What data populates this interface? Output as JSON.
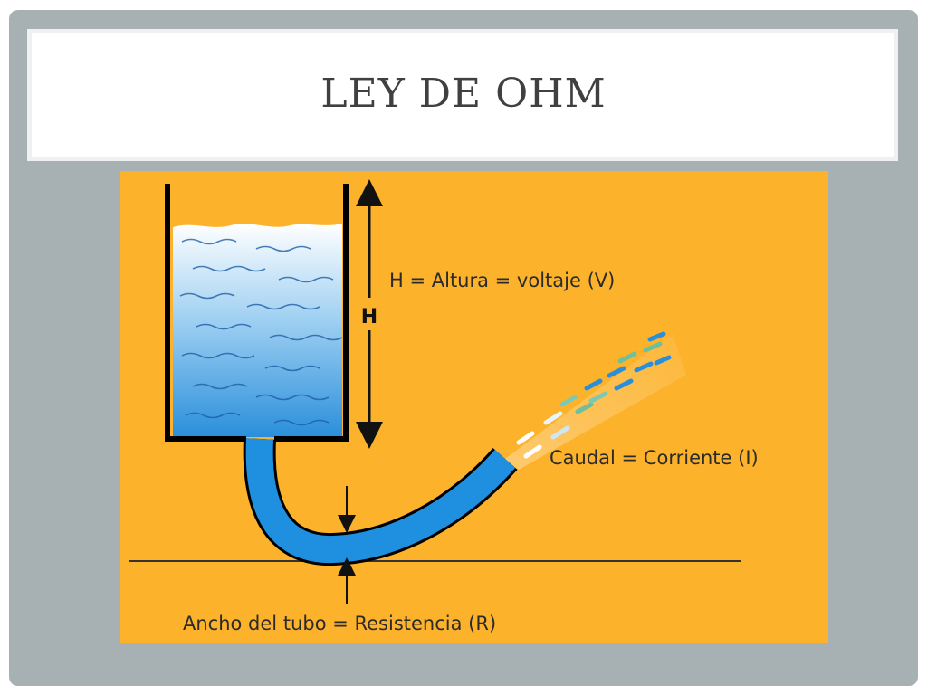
{
  "slide": {
    "title": "LEY DE OHM"
  },
  "diagram": {
    "height_marker": "H",
    "label_voltage": "H = Altura = voltaje (V)",
    "label_current": "Caudal = Corriente (I)",
    "label_resistance": "Ancho del tubo = Resistencia (R)"
  },
  "colors": {
    "frame": "#a7b1b3",
    "diagram_background": "#fdb22b",
    "water_dark": "#2a8fdb",
    "water_light": "#ffffff",
    "pipe": "#1f8fe0",
    "outline": "#000000",
    "title_text": "#404040"
  }
}
